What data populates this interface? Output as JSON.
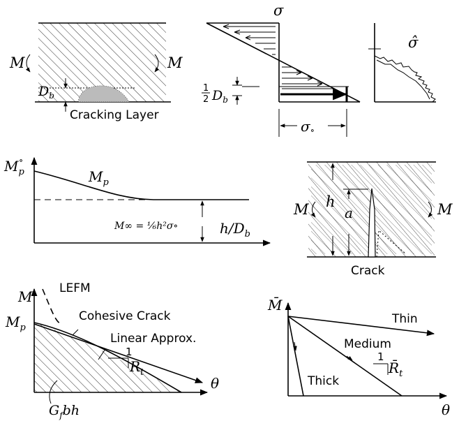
{
  "panel_a": {
    "moment_left": "M",
    "moment_right": "M",
    "depth_label": "D",
    "depth_sub": "b",
    "layer_label": "Cracking Layer"
  },
  "panel_b": {
    "stress_label": "σ",
    "half_num": "1",
    "half_den": "2",
    "half_D": "D",
    "half_sub": "b",
    "sigma0_label": "σ",
    "sigma0_sub": "∘"
  },
  "panel_c": {
    "stress_hat": "σ̂"
  },
  "panel_d": {
    "y_label": "M",
    "y_sub": "p",
    "y_sup": "∘",
    "curve_label": "M",
    "curve_sub": "p",
    "x_label": "h/D",
    "x_sub": "b",
    "asymptote_label": "M∞ = ⅙h²σ∘"
  },
  "panel_e": {
    "moment_left": "M",
    "moment_right": "M",
    "h_label": "h",
    "a_label": "a",
    "crack_label": "Crack"
  },
  "panel_f": {
    "y_label": "M",
    "mp_label": "M",
    "mp_sub": "p",
    "lefm_label": "LEFM",
    "cohesive_label": "Cohesive Crack",
    "linear_label": "Linear Approx.",
    "slope_one": "1",
    "slope_label": "R",
    "slope_sub": "t",
    "x_label": "θ",
    "area_label": "G",
    "area_sub": "f",
    "area_tail": "bh"
  },
  "panel_g": {
    "y_label": "M̄",
    "thin_label": "Thin",
    "medium_label": "Medium",
    "thick_label": "Thick",
    "slope_one": "1",
    "slope_label": "R̄",
    "slope_sub": "t",
    "x_label": "θ"
  }
}
